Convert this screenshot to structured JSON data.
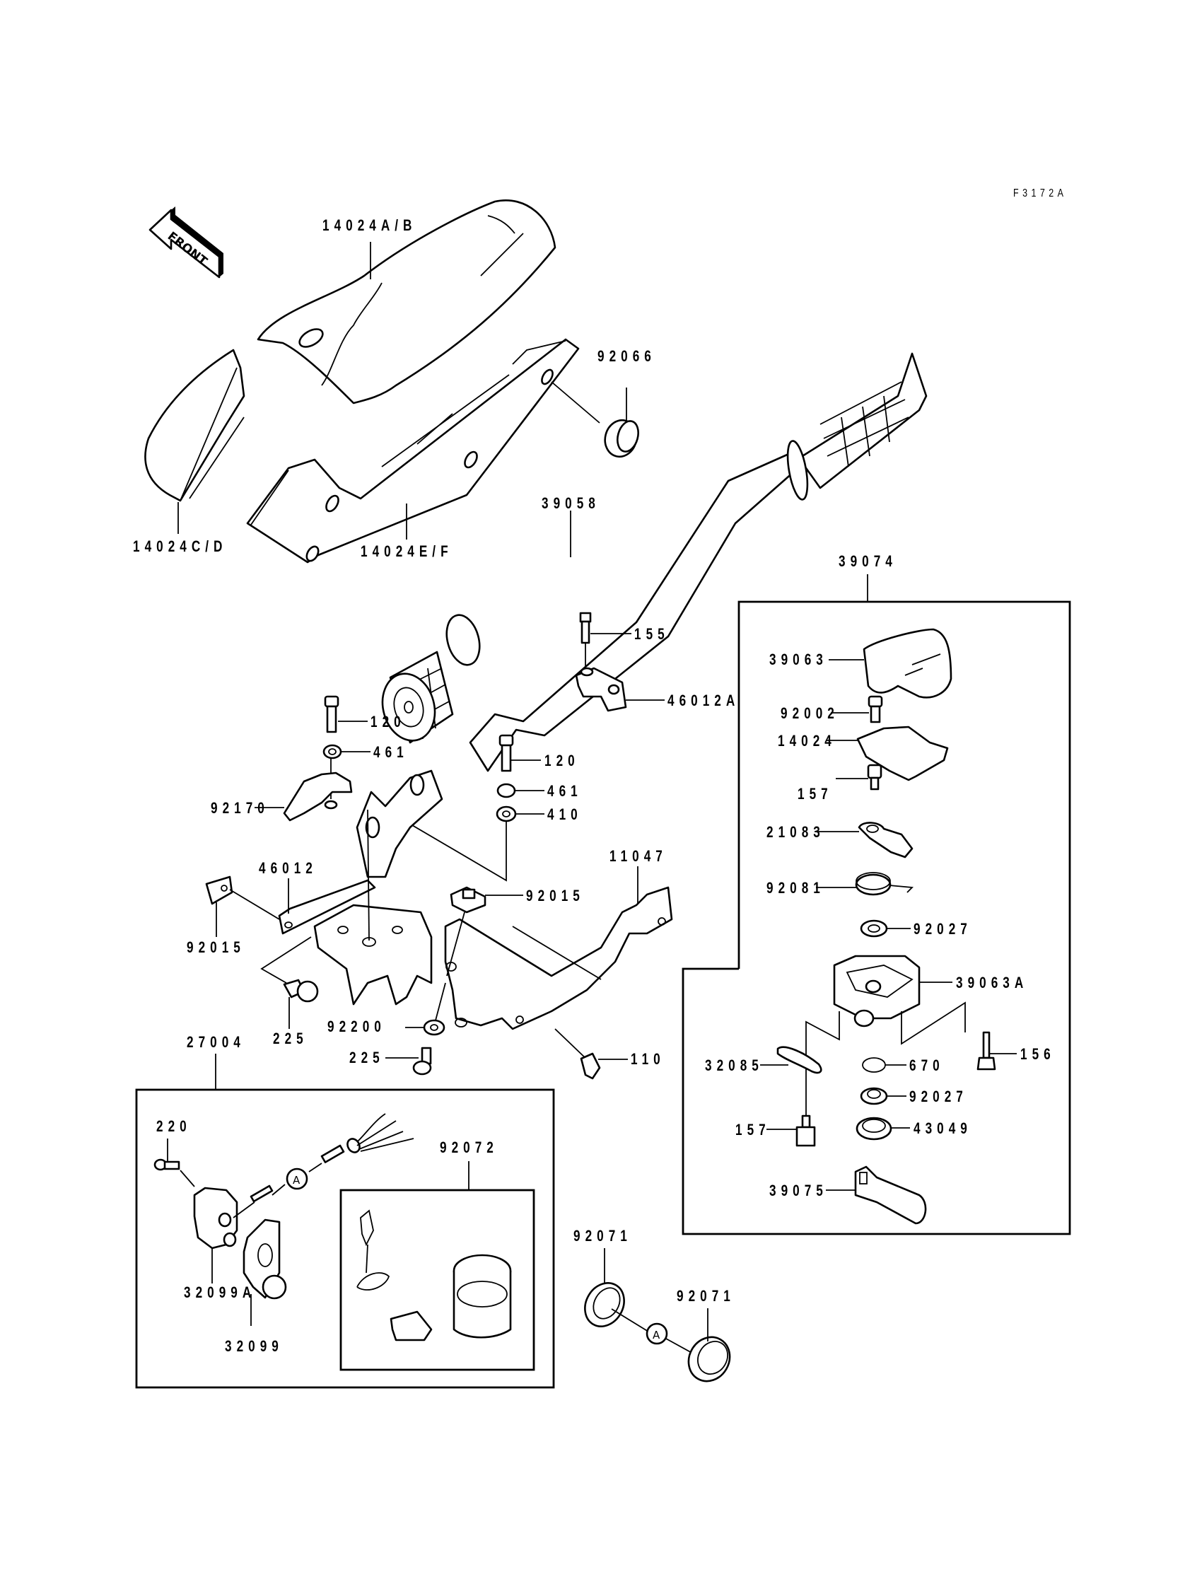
{
  "diagram": {
    "figure_code": "F3172A",
    "orientation_marker": "FRONT",
    "reference_marker": "A",
    "parts": {
      "seat_main": "14024A/B",
      "seat_left": "14024C/D",
      "seat_right": "14024E/F",
      "plug": "92066",
      "handlebar": "39058",
      "throttle_assy": "39074",
      "throttle_cover": "39063",
      "cover_screw": "92002",
      "gasket": "14024",
      "bolt_157_top": "157",
      "lever": "21083",
      "spring": "92081",
      "washer_top": "92027",
      "throttle_case": "39063A",
      "bolt_156": "156",
      "cam": "32085",
      "oring": "670",
      "washer_bottom": "92027",
      "seal_43049": "43049",
      "bolt_157_bottom": "157",
      "throttle_lever": "39075",
      "bolt_155": "155",
      "holder_upper": "46012A",
      "bolt_120_left": "120",
      "washer_461_left": "461",
      "bolt_120_right": "120",
      "washer_461_right": "461",
      "collar_410": "410",
      "clamp_92170": "92170",
      "holder_46012": "46012",
      "bracket_11047": "11047",
      "nut_92015_right": "92015",
      "nut_92015_left": "92015",
      "screw_225_left": "225",
      "washer_92200": "92200",
      "screw_225_right": "225",
      "bolt_110": "110",
      "switch_assy": "27004",
      "screw_220": "220",
      "lanyard": "92072",
      "switch_housing_a": "32099A",
      "switch_housing": "32099",
      "seal_92071_left": "92071",
      "seal_92071_right": "92071"
    }
  }
}
